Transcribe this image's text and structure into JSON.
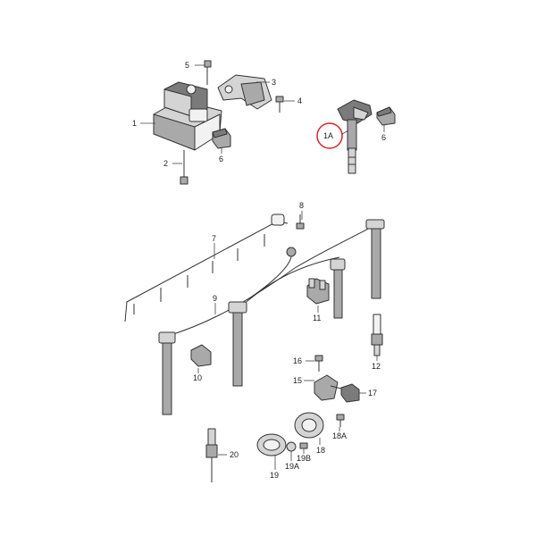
{
  "diagram": {
    "highlight_color": "#d9242b",
    "callouts": {
      "c1": "1",
      "c1a": "1A",
      "c2": "2",
      "c3": "3",
      "c4": "4",
      "c5": "5",
      "c6a": "6",
      "c6b": "6",
      "c7": "7",
      "c8": "8",
      "c9": "9",
      "c10": "10",
      "c11": "11",
      "c12": "12",
      "c15": "15",
      "c16": "16",
      "c17": "17",
      "c18": "18",
      "c18a": "18A",
      "c19": "19",
      "c19a": "19A",
      "c19b": "19B",
      "c20": "20"
    }
  }
}
